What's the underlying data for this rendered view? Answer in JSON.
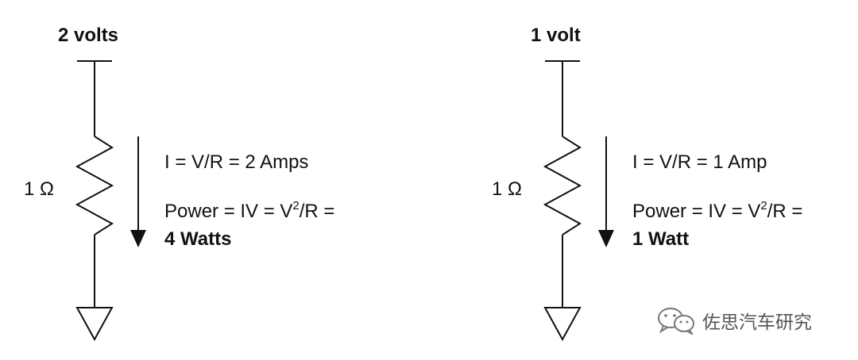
{
  "left": {
    "voltage_label": "2 volts",
    "resistor_label": "1 Ω",
    "current_eq": "I = V/R = 2 Amps",
    "power_eq_prefix": "Power = IV = V",
    "power_eq_exp": "2",
    "power_eq_suffix": "/R =",
    "power_result": "4 Watts"
  },
  "right": {
    "voltage_label": "1 volt",
    "resistor_label": "1 Ω",
    "current_eq": "I = V/R = 1 Amp",
    "power_eq_prefix": "Power = IV = V",
    "power_eq_exp": "2",
    "power_eq_suffix": "/R =",
    "power_result": "1 Watt"
  },
  "watermark": {
    "text": "佐思汽车研究",
    "icon": "wechat-icon"
  }
}
